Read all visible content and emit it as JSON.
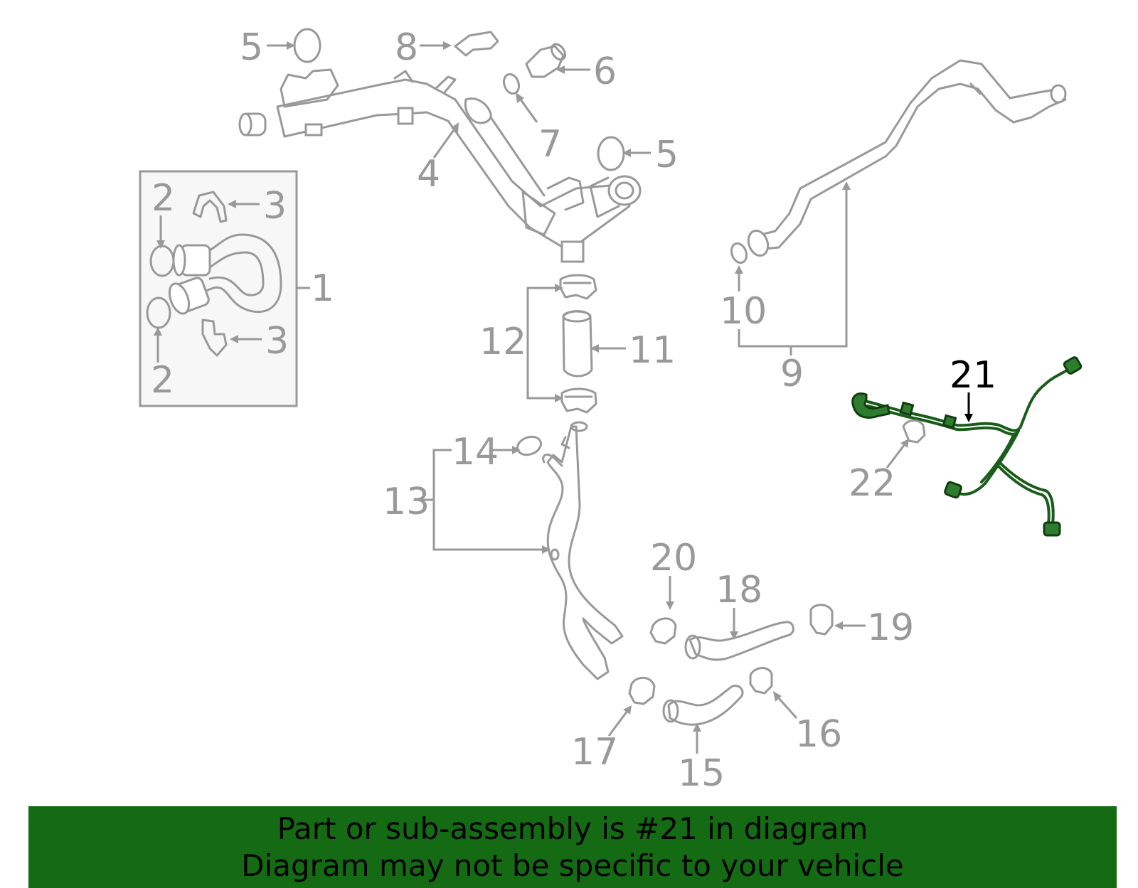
{
  "diagram": {
    "labels": {
      "l1": "1",
      "l2a": "2",
      "l2b": "2",
      "l3a": "3",
      "l3b": "3",
      "l4": "4",
      "l5a": "5",
      "l5b": "5",
      "l6": "6",
      "l7": "7",
      "l8": "8",
      "l9": "9",
      "l10": "10",
      "l11": "11",
      "l12": "12",
      "l13": "13",
      "l14": "14",
      "l15": "15",
      "l16": "16",
      "l17": "17",
      "l18": "18",
      "l19": "19",
      "l20": "20",
      "l21": "21",
      "l22": "22"
    },
    "highlighted_part": "21",
    "highlight_color": "#2e7d2e",
    "part_color": "#999999"
  },
  "banner": {
    "line1": "Part or sub-assembly is #21 in diagram",
    "line2": "Diagram may not be specific to your vehicle",
    "background": "#146b14"
  }
}
